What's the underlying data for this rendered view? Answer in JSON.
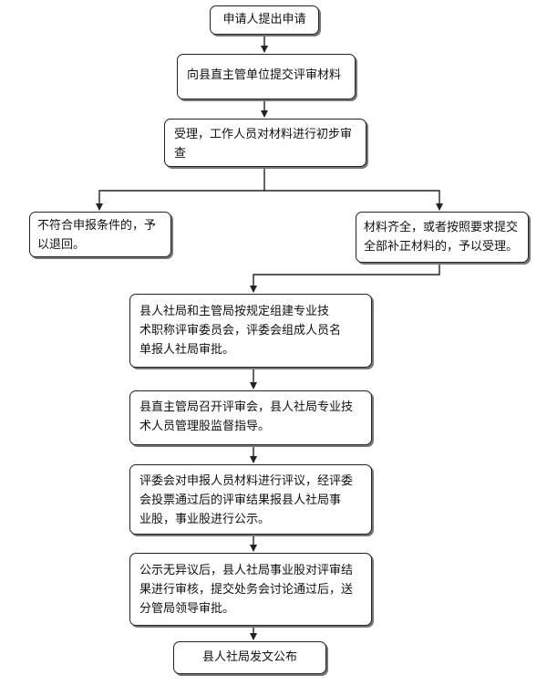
{
  "steps": {
    "apply": "申请人提出申请",
    "submit": "向县直主管单位提交评审材料",
    "accept": "受理，工作人员对材料进行初步审\n查",
    "reject": "不符合申报条件的，予\n以退回。",
    "complete": "材料齐全，或者按照要求提交\n全部补正材料的，予以受理。",
    "committee": "县人社局和主管局按规定组建专业技\n术职称评审委员会，评委会组成人员名\n单报人社局审批。",
    "meeting": "县直主管局召开评审会，县人社局专业技\n术人员管理股监督指导。",
    "vote": "评委会对申报人员材料进行评议，经评委\n会投票通过后的评审结果报县人社局事\n业股，事业股进行公示。",
    "review": "公示无异议后，县人社局事业股对评审结\n果进行审核，提交处务会讨论通过后，送\n分管局领导审批。",
    "publish": "县人社局发文公布"
  }
}
